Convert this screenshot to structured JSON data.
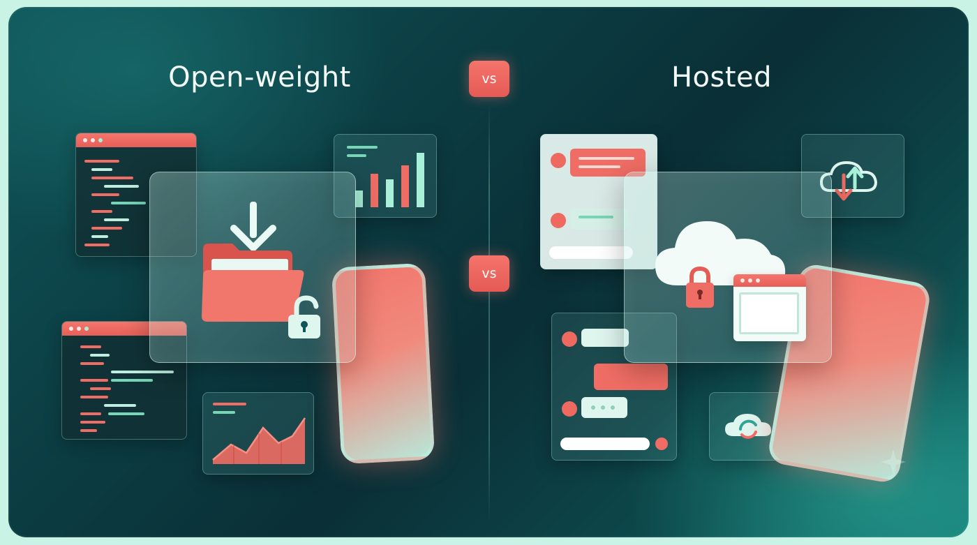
{
  "left": {
    "heading": "Open-weight"
  },
  "right": {
    "heading": "Hosted"
  },
  "badges": {
    "top": "vs",
    "middle": "vs"
  },
  "colors": {
    "coral": "#ef6d64",
    "mint": "#a8f0d8",
    "background_dark": "#0a2f36",
    "background_teal": "#157a74"
  },
  "icons": {
    "left": [
      "code-window-icon",
      "bar-chart-icon",
      "download-folder-icon",
      "unlock-icon",
      "smartphone-icon",
      "area-chart-icon"
    ],
    "right": [
      "chat-window-icon",
      "cloud-sync-icon",
      "cloud-lock-icon",
      "browser-window-icon",
      "smartphone-icon",
      "cloud-refresh-icon"
    ]
  }
}
